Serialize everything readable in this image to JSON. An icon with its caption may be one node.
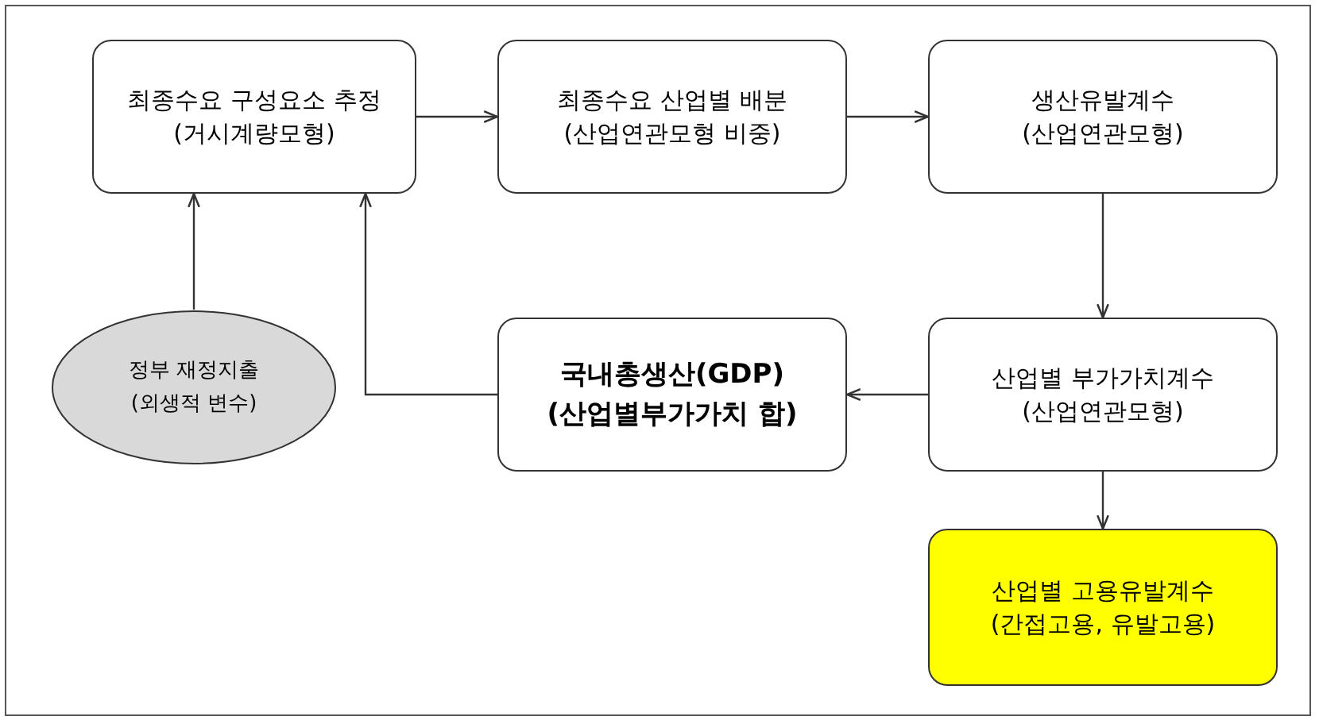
{
  "diagram": {
    "nodes": [
      {
        "text": [
          "최종수요 구성요소 추정",
          "(거시계량모형)"
        ]
      },
      {
        "text": [
          "최종수요 산업별 배분",
          "(산업연관모형 비중)"
        ]
      },
      {
        "text": [
          "생산유발계수",
          "(산업연관모형)"
        ]
      },
      {
        "text": [
          "정부 재정지출",
          "(외생적 변수)"
        ]
      },
      {
        "text": [
          "국내총생산(GDP)",
          "(산업별부가가치 합)"
        ]
      },
      {
        "text": [
          "산업별 부가가치계수",
          "(산업연관모형)"
        ]
      },
      {
        "text": [
          "산업별 고용유발계수",
          "(간접고용, 유발고용)"
        ]
      }
    ],
    "edges": [
      {
        "from": 0,
        "to": 1,
        "arrow": "to"
      },
      {
        "from": 1,
        "to": 2,
        "arrow": "to"
      },
      {
        "from": 2,
        "to": 5,
        "arrow": "to"
      },
      {
        "from": 5,
        "to": 4,
        "arrow": "to"
      },
      {
        "from": 4,
        "to": 0,
        "arrow": "to"
      },
      {
        "from": 3,
        "to": 0,
        "arrow": "to"
      },
      {
        "from": 5,
        "to": 6,
        "arrow": "to"
      }
    ]
  }
}
